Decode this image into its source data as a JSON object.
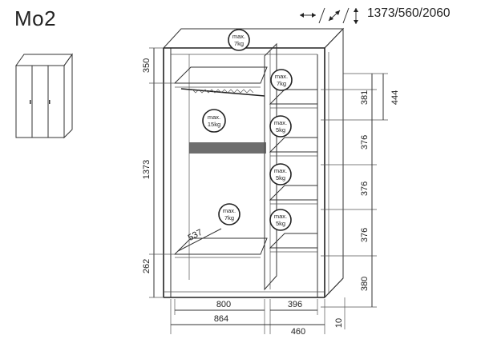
{
  "title": "Mo2",
  "dimensions": "1373/560/2060",
  "icons": [
    "width-arrow-icon",
    "depth-arrow-icon",
    "height-arrow-icon"
  ],
  "left_dims": [
    "350",
    "1373",
    "262"
  ],
  "right_dims": [
    "381",
    "444",
    "376",
    "376",
    "376",
    "380"
  ],
  "bottom_dims": [
    "800",
    "864",
    "396",
    "460",
    "10"
  ],
  "depth_dim": "537",
  "load_badges": [
    {
      "line1": "max.",
      "line2": "7kg"
    },
    {
      "line1": "max.",
      "line2": "7kg"
    },
    {
      "line1": "max.",
      "line2": "15kg"
    },
    {
      "line1": "max.",
      "line2": "5kg"
    },
    {
      "line1": "max.",
      "line2": "5kg"
    },
    {
      "line1": "max.",
      "line2": "7kg"
    },
    {
      "line1": "max.",
      "line2": "5kg"
    }
  ]
}
